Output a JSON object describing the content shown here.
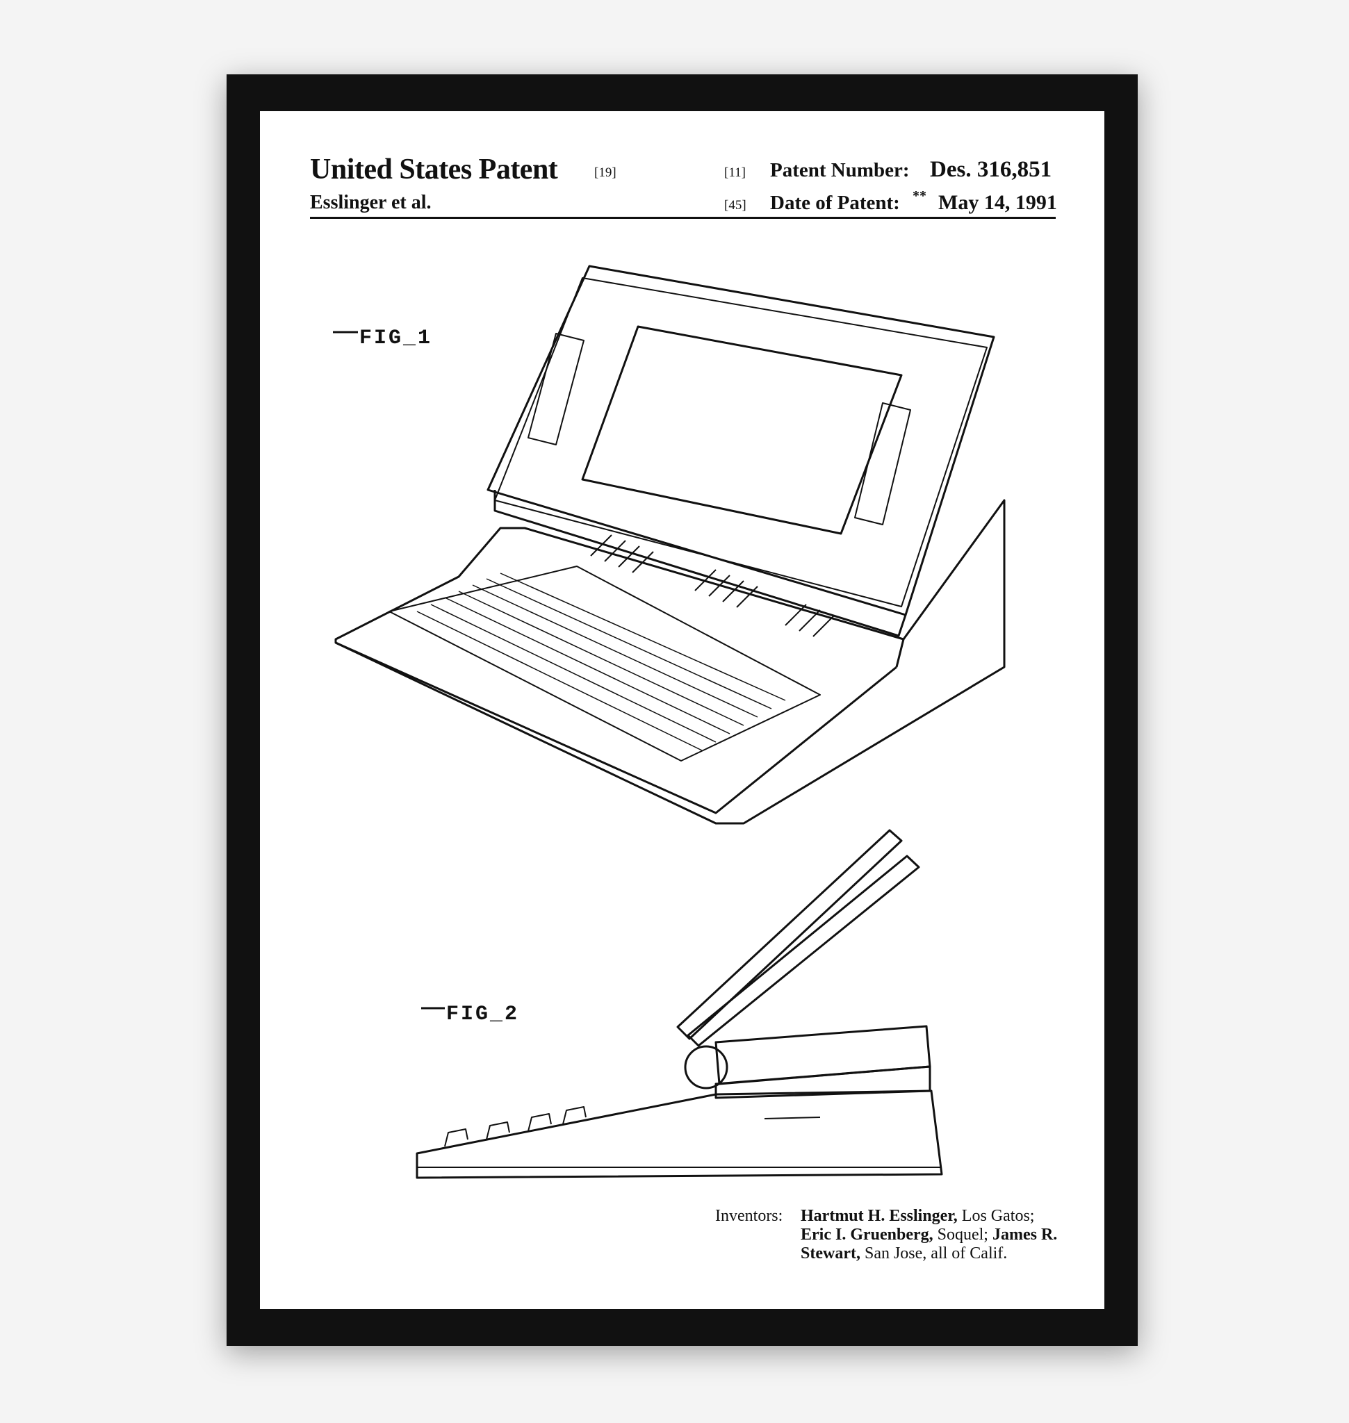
{
  "header": {
    "title": "United States Patent",
    "title_ref": "[19]",
    "assignee": "Esslinger et al.",
    "number_ref": "[11]",
    "number_label": "Patent Number:",
    "number_value": "Des. 316,851",
    "date_ref": "[45]",
    "date_label": "Date of Patent:",
    "date_marks": "**",
    "date_value": "May 14, 1991"
  },
  "figures": {
    "fig1": "FIG_1",
    "fig2": "FIG_2"
  },
  "inventors": {
    "label": "Inventors:",
    "line1_bold": "Hartmut H. Esslinger,",
    "line1_rest": " Los Gatos;",
    "line2_bold": "Eric I. Gruenberg,",
    "line2_mid": " Soquel; ",
    "line2_bold2": "James R.",
    "line3_bold": "Stewart,",
    "line3_rest": " San Jose, all of Calif."
  },
  "colors": {
    "frame": "#111111",
    "paper": "#ffffff",
    "ink": "#111111"
  }
}
